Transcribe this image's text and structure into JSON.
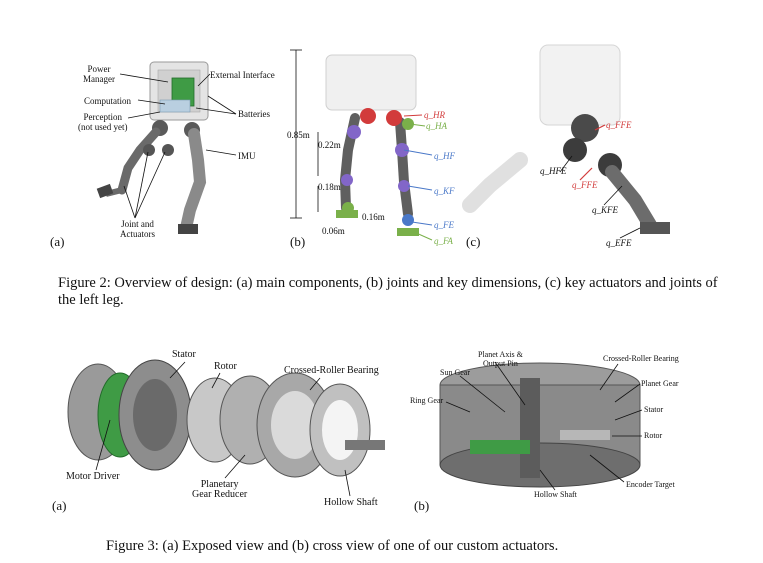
{
  "figure2": {
    "panel_a": {
      "letter": "(a)",
      "labels": {
        "power_manager": "Power\nManager",
        "computation": "Computation",
        "perception": "Perception\n(not used yet)",
        "external_interface": "External Interface",
        "batteries": "Batteries",
        "imu": "IMU",
        "joint_actuators": "Joint and\nActuators"
      }
    },
    "panel_b": {
      "letter": "(b)",
      "dims": {
        "total_height": "0.85m",
        "upper": "0.22m",
        "lower": "0.18m",
        "foot_len": "0.16m",
        "foot_h": "0.06m"
      },
      "joints": [
        "q_HR",
        "q_HA",
        "q_HF",
        "q_KF",
        "q_FE",
        "q_FA"
      ],
      "joint_colors": [
        "#d23b3b",
        "#7ab04a",
        "#4a78c8",
        "#4a78c8",
        "#4a78c8",
        "#7ab04a"
      ]
    },
    "panel_c": {
      "letter": "(c)",
      "joints": [
        "q_HFE",
        "q_FFE",
        "q_KFE",
        "q_FFE",
        "q_EFE"
      ]
    },
    "caption": "Figure 2: Overview of design: (a) main components, (b) joints and key dimensions, (c) key actuators and joints of the left leg."
  },
  "figure3": {
    "panel_a": {
      "letter": "(a)",
      "labels": {
        "stator": "Stator",
        "rotor": "Rotor",
        "crossed_roller": "Crossed-Roller Bearing",
        "motor_driver": "Motor Driver",
        "planetary": "Planetary\nGear Reducer",
        "hollow_shaft": "Hollow Shaft"
      }
    },
    "panel_b": {
      "letter": "(b)",
      "labels": {
        "planet_axis": "Planet Axis &\nOutput Pin",
        "crossed_roller": "Crossed-Roller Bearing",
        "sun_gear": "Sun Gear",
        "planet_gear": "Planet Gear",
        "ring_gear": "Ring Gear",
        "stator": "Stator",
        "rotor": "Rotor",
        "hollow_shaft": "Hollow Shaft",
        "encoder": "Encoder Target"
      }
    },
    "caption": "Figure 3: (a) Exposed view and (b) cross view of one of our custom actuators."
  },
  "colors": {
    "green_board": "#3f9b45",
    "metal": "#8d8d8d",
    "dark_metal": "#3c3c3c"
  }
}
